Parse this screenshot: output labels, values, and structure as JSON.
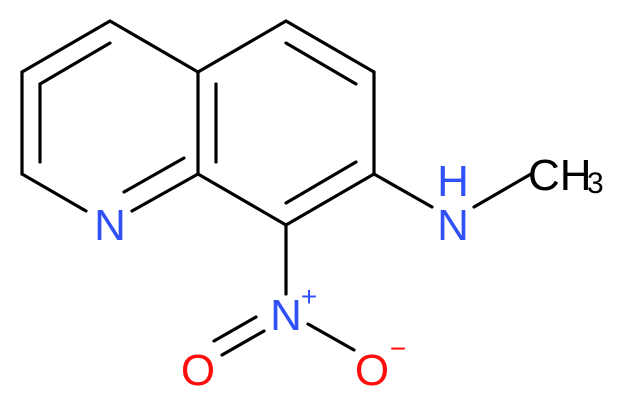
{
  "molecule": {
    "atoms": {
      "ring_nitrogen": {
        "symbol": "N",
        "color": "#3050F8"
      },
      "amine": {
        "symbol": "H",
        "element": "N",
        "color": "#3050F8"
      },
      "methyl": {
        "symbol": "CH",
        "subscript": "3",
        "color": "#000000"
      },
      "nitro_nitrogen": {
        "symbol": "N",
        "charge": "+",
        "color": "#3050F8"
      },
      "nitro_oxygen_left": {
        "symbol": "O",
        "color": "#FF0D0D"
      },
      "nitro_oxygen_right": {
        "symbol": "O",
        "charge": "−",
        "color": "#FF0D0D"
      }
    },
    "bond_color": "#000000"
  }
}
